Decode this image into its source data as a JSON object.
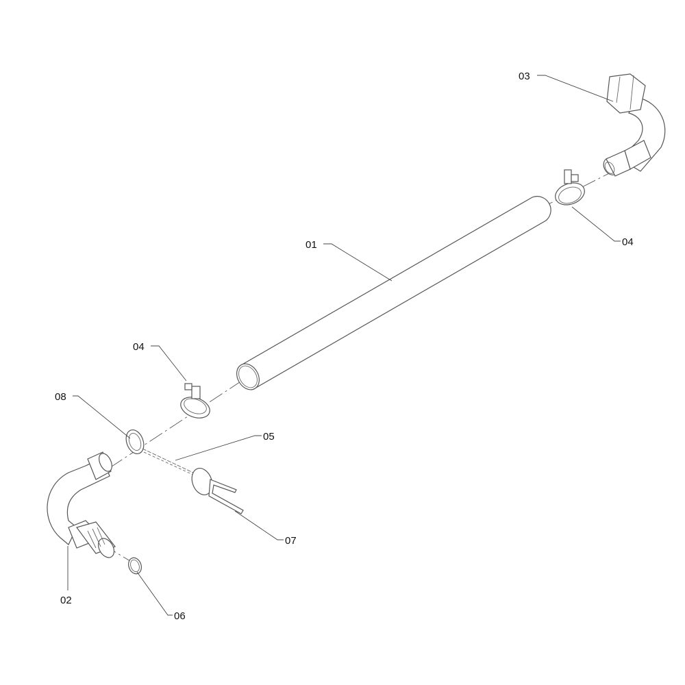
{
  "diagram": {
    "callouts": {
      "tube": "01",
      "elbow_threaded": "02",
      "elbow_nut": "03",
      "clamp_right": "04",
      "clamp_left": "04",
      "chain": "05",
      "washer": "06",
      "cotter_pin": "07",
      "ring": "08"
    }
  }
}
